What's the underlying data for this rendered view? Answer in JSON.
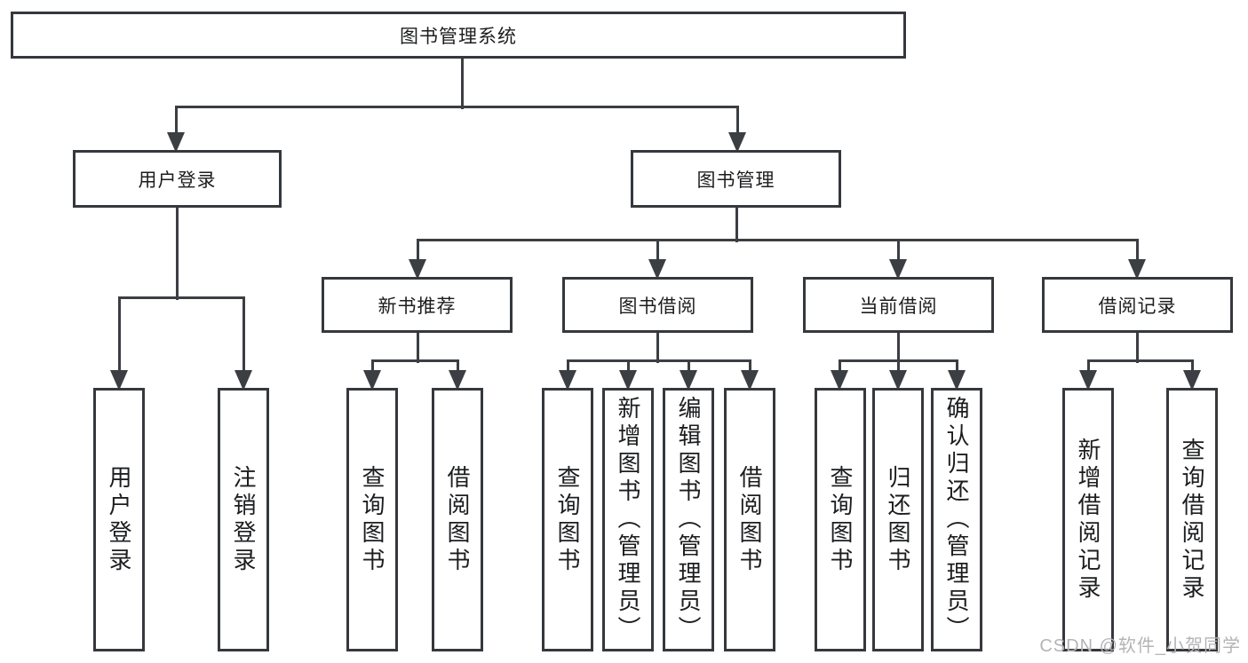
{
  "diagram": {
    "root": {
      "label": "图书管理系统"
    },
    "level2": [
      {
        "label": "用户登录",
        "children": [
          {
            "label": "用户登录"
          },
          {
            "label": "注销登录"
          }
        ]
      },
      {
        "label": "图书管理",
        "children": [
          {
            "label": "新书推荐",
            "children": [
              {
                "label": "查询图书"
              },
              {
                "label": "借阅图书"
              }
            ]
          },
          {
            "label": "图书借阅",
            "children": [
              {
                "label": "查询图书"
              },
              {
                "label": "新增图书（管理员）"
              },
              {
                "label": "编辑图书（管理员）"
              },
              {
                "label": "借阅图书"
              }
            ]
          },
          {
            "label": "当前借阅",
            "children": [
              {
                "label": "查询图书"
              },
              {
                "label": "归还图书"
              },
              {
                "label": "确认归还（管理员）"
              }
            ]
          },
          {
            "label": "借阅记录",
            "children": [
              {
                "label": "新增借阅记录"
              },
              {
                "label": "查询借阅记录"
              }
            ]
          }
        ]
      }
    ]
  },
  "watermark": {
    "text": "CSDN @软件_小贺同学"
  },
  "colors": {
    "line": "#3b3e42",
    "border": "#35383c",
    "text": "#1c1d1f",
    "watermark": "#b4b4b6",
    "background": "#ffffff"
  }
}
